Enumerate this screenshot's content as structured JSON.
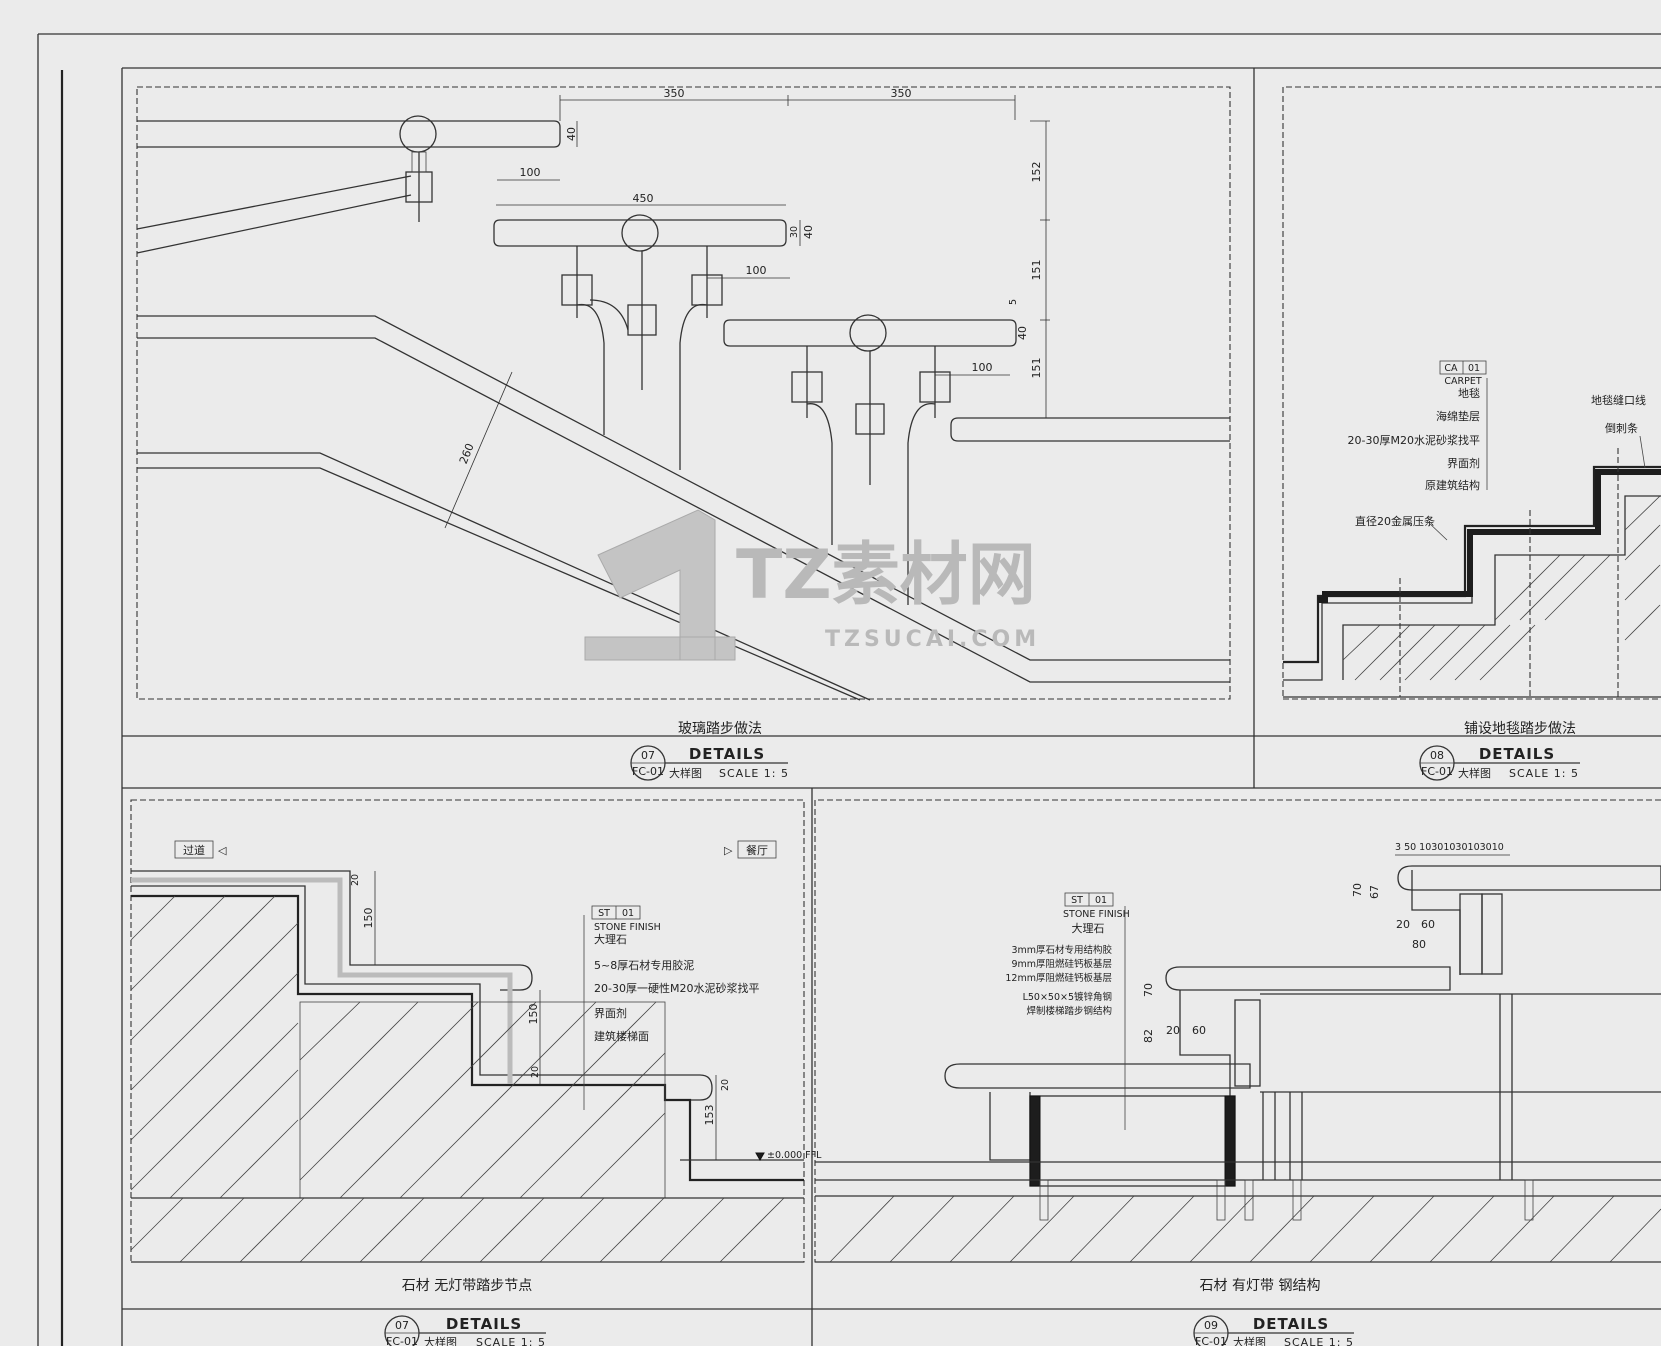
{
  "panels": {
    "p1": {
      "title": "玻璃踏步做法",
      "detail_no": "07",
      "sheet_ref": "FC-01",
      "detail_label": "DETAILS",
      "sub_label": "大样图",
      "scale": "SCALE  1: 5",
      "dims": {
        "d350a": "350",
        "d350b": "350",
        "d40a": "40",
        "d100a": "100",
        "d450": "450",
        "d30": "30",
        "d40b": "40",
        "d100b": "100",
        "d152": "152",
        "d151a": "151",
        "d5": "5",
        "d40c": "40",
        "d100c": "100",
        "d151b": "151",
        "d260": "260"
      }
    },
    "p2": {
      "title": "铺设地毯踏步做法",
      "detail_no": "08",
      "sheet_ref": "FC-01",
      "detail_label": "DETAILS",
      "sub_label": "大样图",
      "scale": "SCALE  1: 5",
      "tag_code": "CA",
      "tag_no": "01",
      "tag_name": "CARPET",
      "notes": [
        "地毯",
        "海绵垫层",
        "20-30厚M20水泥砂浆找平",
        "界面剂",
        "原建筑结构"
      ],
      "left_note": "直径20金属压条",
      "right_notes": [
        "地毯缝口线",
        "倒刺条"
      ]
    },
    "p3": {
      "title": "石材 无灯带踏步节点",
      "detail_no": "07",
      "sheet_ref": "FC-01",
      "detail_label": "DETAILS",
      "sub_label": "大样图",
      "scale": "SCALE  1: 5",
      "left_tag": "过道",
      "right_tag": "餐厅",
      "tag_code": "ST",
      "tag_no": "01",
      "tag_name": "STONE FINISH",
      "notes": [
        "大理石",
        "5~8厚石材专用胶泥",
        "20-30厚一硬性M20水泥砂浆找平",
        "界面剂",
        "建筑楼梯面"
      ],
      "ffl": "±0.000 FFL",
      "dims": {
        "d150a": "150",
        "d20a": "20",
        "d20b": "20",
        "d150b": "150",
        "d20c": "20",
        "d153": "153"
      }
    },
    "p4": {
      "title": "石材 有灯带 钢结构",
      "detail_no": "09",
      "sheet_ref": "FC-01",
      "detail_label": "DETAILS",
      "sub_label": "大样图",
      "scale": "SCALE  1: 5",
      "tag_code": "ST",
      "tag_no": "01",
      "tag_name": "STONE FINISH",
      "notes": [
        "大理石",
        "3mm厚石材专用结构胶",
        "9mm厚阻燃硅钙板基层",
        "12mm厚阻燃硅钙板基层",
        "L50×50×5镀锌角钢",
        "焊制楼梯踏步钢结构"
      ],
      "dims": {
        "top": "3 50 10301030103010",
        "d70a": "70",
        "d67": "67",
        "d20a": "20",
        "d60a": "60",
        "d80": "80",
        "d70b": "70",
        "d82": "82",
        "d20b": "20",
        "d60b": "60"
      }
    }
  },
  "watermark": {
    "brand": "TZ素材网",
    "url": "TZSUCAI.COM"
  },
  "colors": {
    "paper": "#ebebeb",
    "ink": "#222222",
    "watermark": "#b9b9b9"
  }
}
